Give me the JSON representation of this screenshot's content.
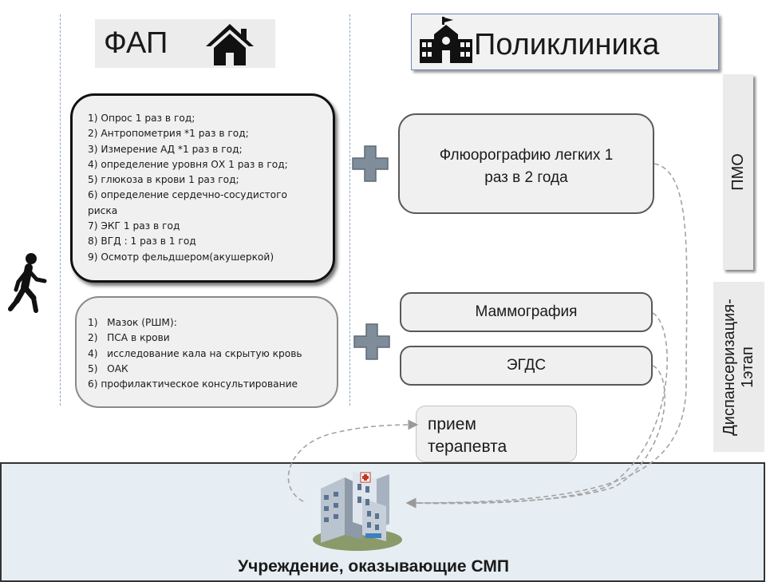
{
  "fap": {
    "title": "ФАП"
  },
  "polyclinic": {
    "title": "Поликлиника"
  },
  "fap_list_1": [
    "1) Опрос 1 раз в год;",
    "2) Антропометрия *1 раз в год;",
    "3) Измерение АД *1 раз в год;",
    "4) определение уровня ОХ 1 раз в  год;",
    "5) глюкоза в крови 1 раз  год;",
    "6) определение сердечно-сосудистого",
    "риска",
    "7) ЭКГ 1 раз в год",
    "8) ВГД : 1 раз в 1 год",
    "9) Осмотр фельдшером(акушеркой)"
  ],
  "fap_list_2": [
    "1)   Мазок (РШМ):",
    "2)   ПСА в крови",
    "4)   исследование кала на скрытую кровь",
    "5)   ОАК",
    "6) профилактическое консультирование"
  ],
  "right_boxes": {
    "fluoro_line1": "Флюорографию легких 1",
    "fluoro_line2": "раз в 2 года",
    "mammo": "Маммография",
    "egds": "ЭГДС"
  },
  "therapist": {
    "line1": "прием",
    "line2": "терапевта"
  },
  "side_labels": {
    "pmo": "ПМО",
    "disp_line1": "Диспансеризация-",
    "disp_line2": "1этап"
  },
  "bottom": {
    "title": "Учреждение, оказывающие СМП"
  },
  "icons": [
    "house-icon",
    "school-building-icon",
    "walking-person-icon",
    "plus-icon",
    "hospital-building-icon"
  ],
  "colors": {
    "plus": "#7f8c99",
    "dashed_line": "#8ea3c0",
    "bottom_bg": "#e6eef3",
    "box_bg": "#f0f0f0"
  }
}
